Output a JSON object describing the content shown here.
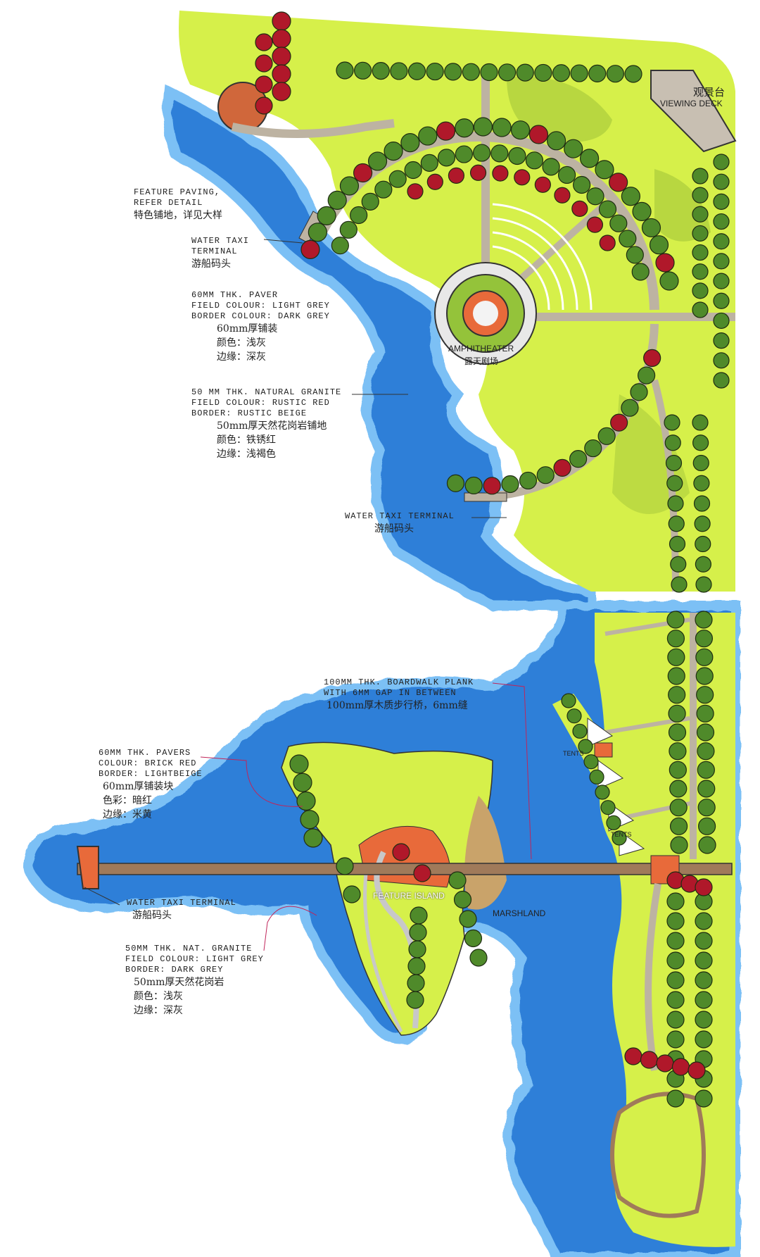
{
  "colors": {
    "water": "#2f7fd8",
    "water_edge": "#7cc0f5",
    "lawn": "#d6f04a",
    "lawn_dark": "#a3c63a",
    "tree_green": "#4f8a2a",
    "tree_red": "#b0182a",
    "paving": "#bfb6a8",
    "red_paving": "#e86a3a",
    "marsh": "#c9a36a"
  },
  "labels": {
    "viewing_deck_cn": "观景台",
    "viewing_deck": "VIEWING DECK",
    "amphitheater": "AMPHITHEATER",
    "amphitheater_cn": "露天剧场",
    "feature_island": "FEATURE ISLAND",
    "marshland": "MARSHLAND",
    "tents_1": "TENTS",
    "tents_2": "TENTS"
  },
  "notes": {
    "feature_paving": {
      "en1": "FEATURE PAVING,",
      "en2": "REFER DETAIL",
      "cn": "特色铺地，详见大样"
    },
    "water_taxi_1": {
      "en1": "WATER TAXI",
      "en2": "TERMINAL",
      "cn": "游船码头"
    },
    "paver_60": {
      "en1": "60MM THK. PAVER",
      "en2": "FIELD COLOUR: LIGHT GREY",
      "en3": "BORDER COLOUR: DARK GREY",
      "cn1": "60mm厚铺装",
      "cn2": "颜色：浅灰",
      "cn3": "边缘：深灰"
    },
    "granite_50": {
      "en1": "50 MM THK. NATURAL GRANITE",
      "en2": "FIELD COLOUR: RUSTIC RED",
      "en3": "BORDER: RUSTIC BEIGE",
      "cn1": "50mm厚天然花岗岩铺地",
      "cn2": "颜色：铁锈红",
      "cn3": "边缘：浅褐色"
    },
    "water_taxi_2": {
      "en": "WATER TAXI TERMINAL",
      "cn": "游船码头"
    },
    "boardwalk": {
      "en1": "100MM THK. BOARDWALK PLANK",
      "en2": "WITH 6MM GAP IN BETWEEN",
      "cn": "100mm厚木质步行桥，6mm缝"
    },
    "pavers_60": {
      "en1": "60MM THK. PAVERS",
      "en2": "COLOUR: BRICK RED",
      "en3": "BORDER: LIGHTBEIGE",
      "cn1": "60mm厚铺装块",
      "cn2": "色彩：暗红",
      "cn3": "边缘：米黄"
    },
    "water_taxi_3": {
      "en": "WATER TAXI TERMINAL",
      "cn": "游船码头"
    },
    "granite_50b": {
      "en1": "50MM THK. NAT. GRANITE",
      "en2": "FIELD COLOUR: LIGHT GREY",
      "en3": "BORDER: DARK GREY",
      "cn1": "50mm厚天然花岗岩",
      "cn2": "颜色：浅灰",
      "cn3": "边缘：深灰"
    }
  }
}
